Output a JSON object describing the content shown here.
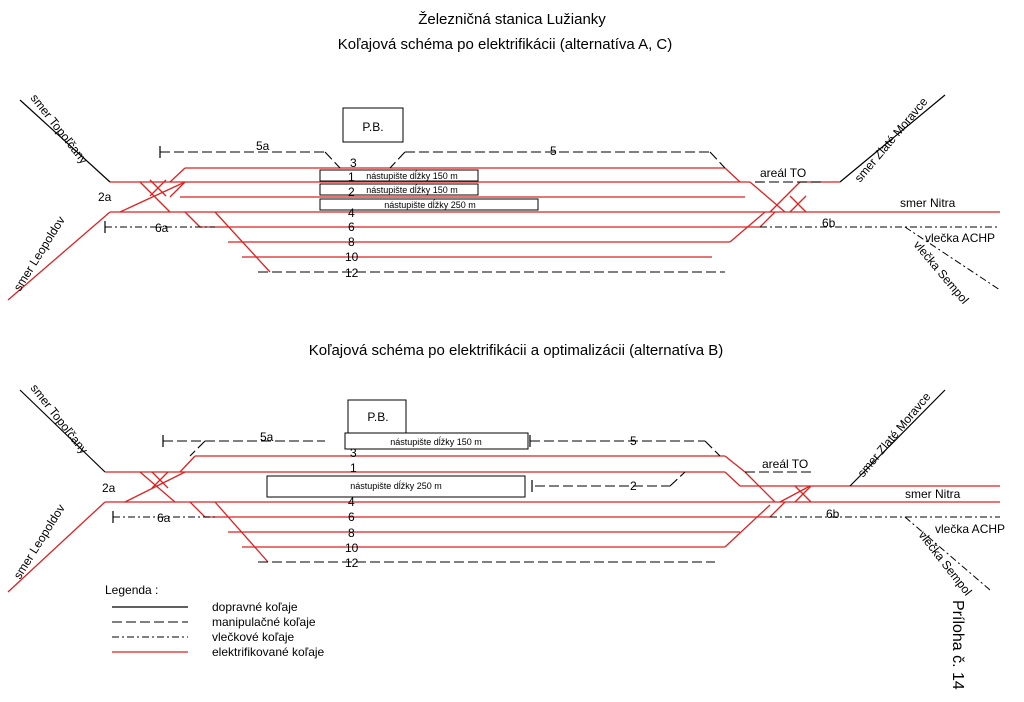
{
  "titles": {
    "station": "Železničná stanica Lužianky",
    "scheme_a": "Koľajová schéma po elektrifikácii (alternatíva A, C)",
    "scheme_b": "Koľajová schéma po elektrifikácii a optimalizácii (alternatíva B)"
  },
  "directions": {
    "topolcany": "smer  Topoľčany",
    "leopoldov": "smer Leopoldov",
    "zlate_moravce": "smer  Zlaté Moravce",
    "nitra": "smer Nitra",
    "achp": "vlečka ACHP",
    "sempol": "vlečka Sempol",
    "areal": "areál TO"
  },
  "building": "P.B.",
  "tracks": [
    "3",
    "1",
    "2",
    "4",
    "6",
    "8",
    "10",
    "12"
  ],
  "track_b": [
    "3",
    "1",
    "4",
    "6",
    "8",
    "10",
    "12",
    "2"
  ],
  "sidings": [
    "5a",
    "5",
    "2a",
    "6a",
    "6b"
  ],
  "platforms_a": [
    "nástupište dĺžky 150 m",
    "nástupište dĺžky 150 m",
    "nástupište dĺžky 250 m"
  ],
  "platforms_b": [
    "nástupište dĺžky 150 m",
    "nástupište dĺžky 250 m"
  ],
  "legend": {
    "title": "Legenda :",
    "items": [
      "dopravné koľaje",
      "manipulačné koľaje",
      "vlečkové koľaje",
      "elektrifikované koľaje"
    ]
  },
  "annex": "Príloha č. 14",
  "colors": {
    "electrified": "#dd2222",
    "track": "#000000"
  }
}
